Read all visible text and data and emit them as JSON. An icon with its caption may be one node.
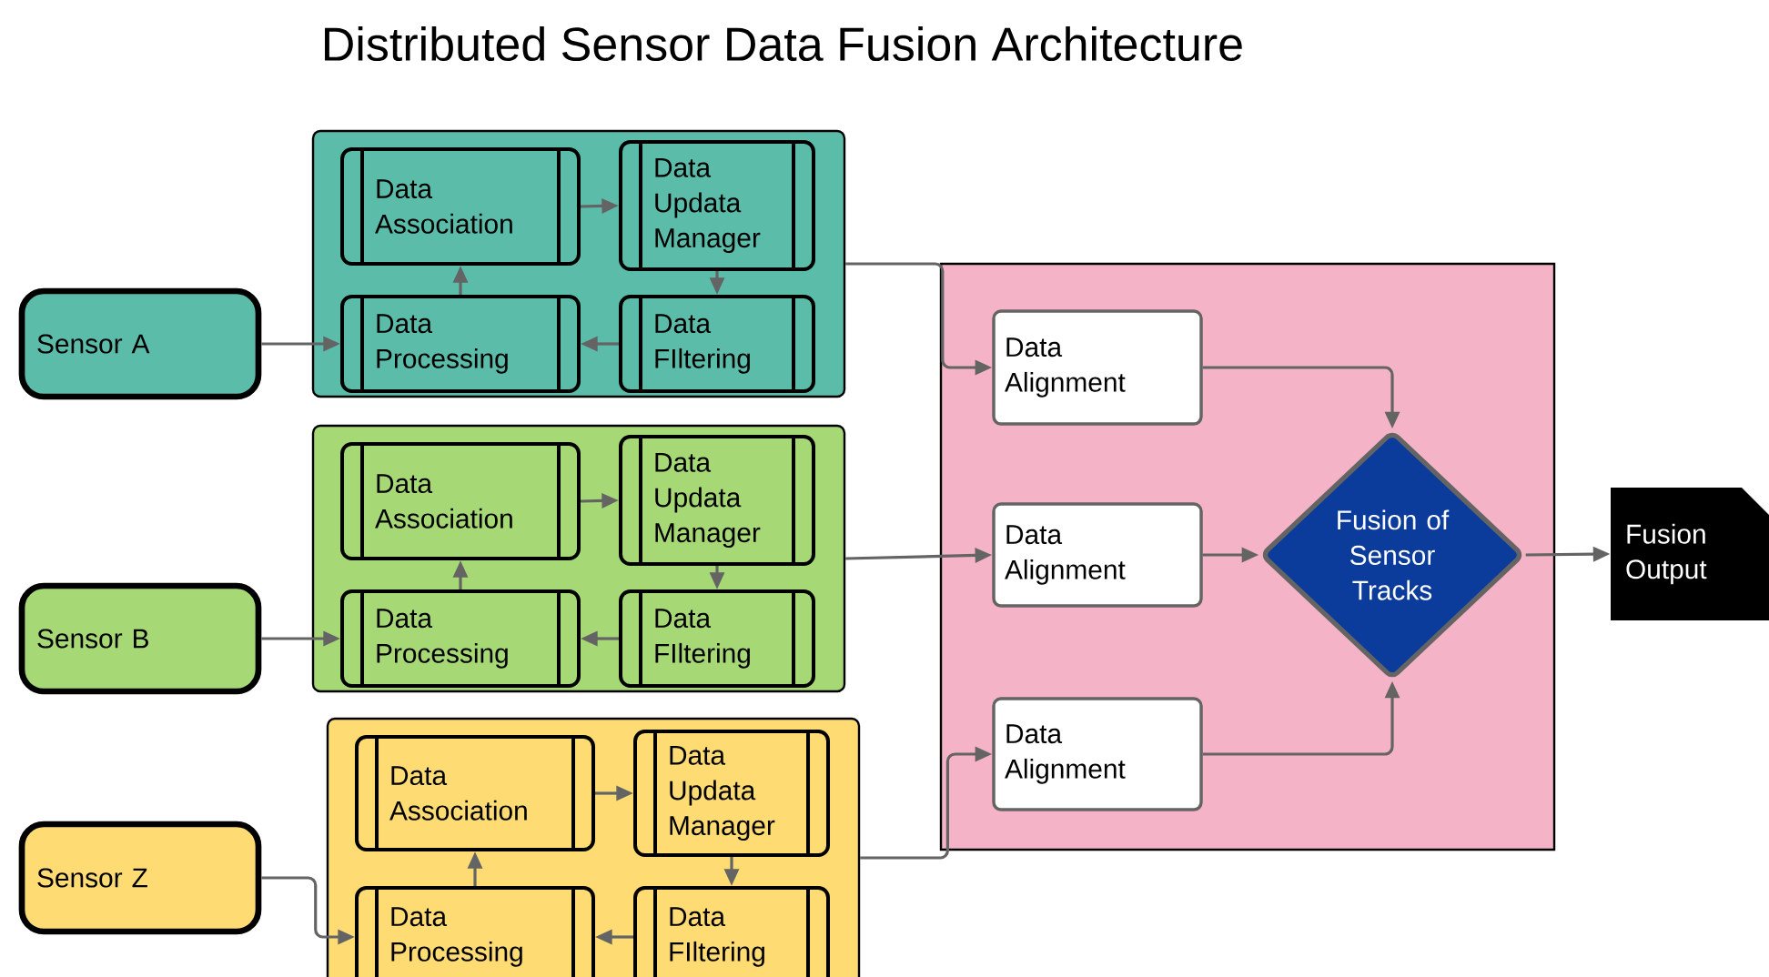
{
  "diagram": {
    "title": "Distributed Sensor Data Fusion Architecture",
    "nodes": [
      {
        "text": [],
        "shape": "box"
      },
      {
        "text": [
          "Data Association"
        ],
        "in": 0
      },
      {
        "text": [
          "Data Updata Manager"
        ],
        "in": 0
      },
      {
        "text": [
          "Data Processing"
        ],
        "in": 0
      },
      {
        "text": [
          "Data FIltering"
        ],
        "in": 0
      },
      {
        "text": [
          "Sensor A"
        ]
      },
      {
        "text": [],
        "shape": "box"
      },
      {
        "text": [
          "Data Association"
        ],
        "in": 6
      },
      {
        "text": [
          "Data Updata Manager"
        ],
        "in": 6
      },
      {
        "text": [
          "Data Processing"
        ],
        "in": 6
      },
      {
        "text": [
          "Data FIltering"
        ],
        "in": 6
      },
      {
        "text": [
          "Sensor B"
        ]
      },
      {
        "text": [],
        "shape": "box"
      },
      {
        "text": [
          "Data Association"
        ],
        "in": 12
      },
      {
        "text": [
          "Data Updata Manager"
        ],
        "in": 12
      },
      {
        "text": [
          "Data Processing"
        ],
        "in": 12
      },
      {
        "text": [
          "Data FIltering"
        ],
        "in": 12
      },
      {
        "text": [
          "Sensor Z"
        ]
      },
      {
        "text": [],
        "shape": "box"
      },
      {
        "text": [
          "Data Alignment"
        ],
        "in": 18
      },
      {
        "text": [
          "Data Alignment"
        ],
        "in": 18
      },
      {
        "text": [
          "Data Alignment"
        ],
        "in": 18
      },
      {
        "text": [
          "Fusion of Sensor Tracks"
        ],
        "in": 18
      },
      {
        "text": [
          "Fusion Output"
        ]
      }
    ],
    "edges": [
      {
        "from": 5,
        "to": 3,
        "arrow": "to"
      },
      {
        "from": 3,
        "to": 1,
        "arrow": "to"
      },
      {
        "from": 1,
        "to": 2,
        "arrow": "to"
      },
      {
        "from": 2,
        "to": 4,
        "arrow": "to"
      },
      {
        "from": 4,
        "to": 3,
        "arrow": "to"
      },
      {
        "from": 0,
        "to": 19,
        "arrow": "to"
      },
      {
        "from": 11,
        "to": 9,
        "arrow": "to"
      },
      {
        "from": 9,
        "to": 7,
        "arrow": "to"
      },
      {
        "from": 7,
        "to": 8,
        "arrow": "to"
      },
      {
        "from": 8,
        "to": 10,
        "arrow": "to"
      },
      {
        "from": 10,
        "to": 9,
        "arrow": "to"
      },
      {
        "from": 6,
        "to": 20,
        "arrow": "to"
      },
      {
        "from": 17,
        "to": 15,
        "arrow": "to"
      },
      {
        "from": 15,
        "to": 13,
        "arrow": "to"
      },
      {
        "from": 13,
        "to": 14,
        "arrow": "to"
      },
      {
        "from": 14,
        "to": 16,
        "arrow": "to"
      },
      {
        "from": 16,
        "to": 15,
        "arrow": "to"
      },
      {
        "from": 12,
        "to": 21,
        "arrow": "to"
      },
      {
        "from": 19,
        "to": 22,
        "arrow": "to"
      },
      {
        "from": 20,
        "to": 22,
        "arrow": "to"
      },
      {
        "from": 21,
        "to": 22,
        "arrow": "to"
      },
      {
        "from": 22,
        "to": 23,
        "arrow": "to"
      }
    ]
  }
}
